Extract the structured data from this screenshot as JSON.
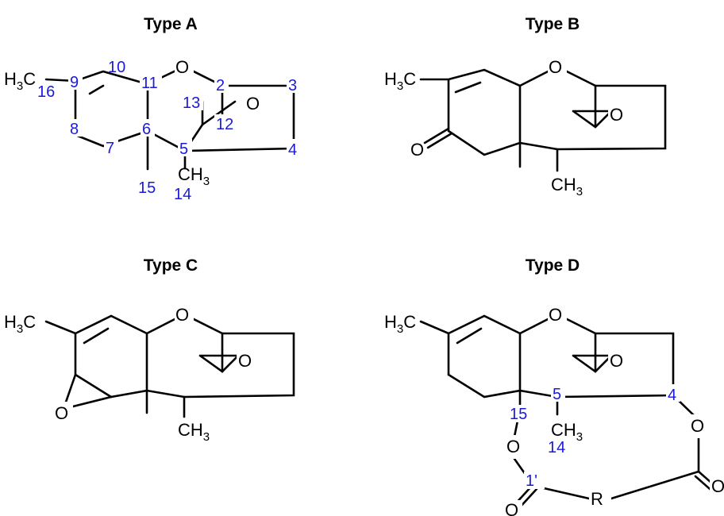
{
  "titles": {
    "a": "Type A",
    "b": "Type B",
    "c": "Type C",
    "d": "Type D"
  },
  "atoms": {
    "h3c_main": "H",
    "h3c_sub": "3",
    "h3c_tail": "C",
    "ch3_main": "CH",
    "ch3_sub": "3",
    "oxygen": "O",
    "r_group": "R"
  },
  "locants_a": [
    "16",
    "9",
    "10",
    "11",
    "2",
    "3",
    "13",
    "12",
    "8",
    "6",
    "7",
    "5",
    "4",
    "15",
    "14"
  ],
  "locants_d": [
    "15",
    "5",
    "4",
    "14",
    "1'"
  ],
  "colors": {
    "ink": "#000000",
    "locant": "#1a1adb"
  }
}
